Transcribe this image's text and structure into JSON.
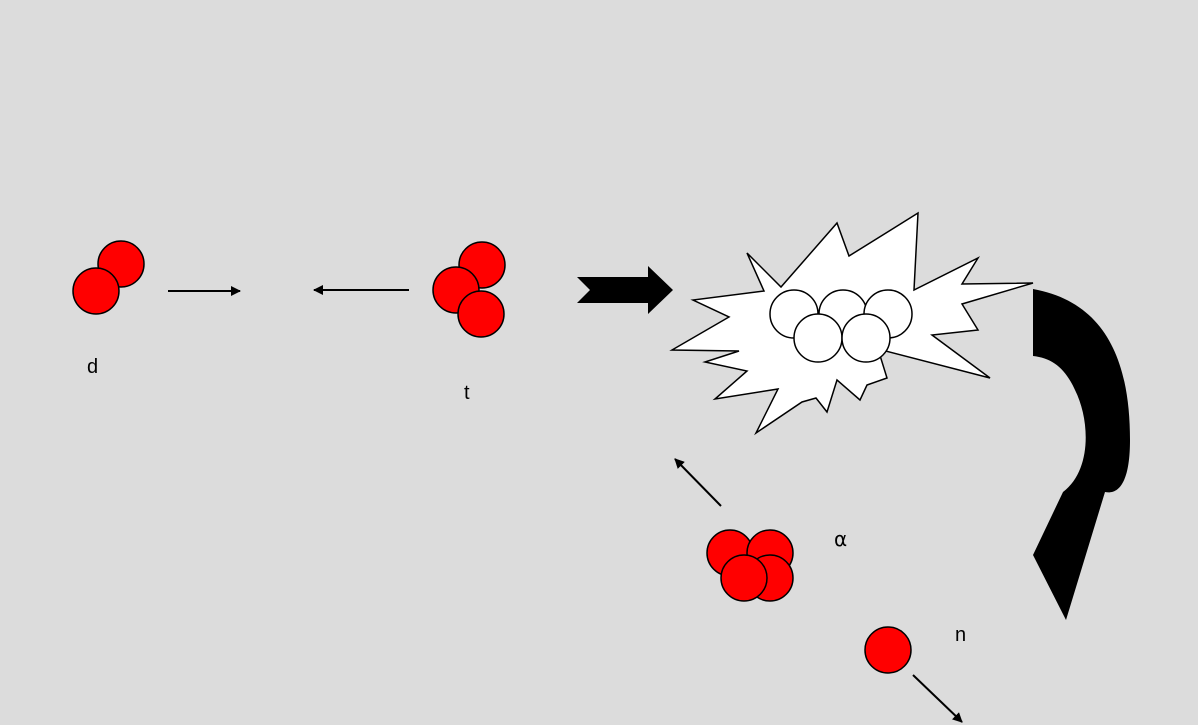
{
  "labels": {
    "deuteron": "d",
    "triton": "t",
    "alpha": "α",
    "neutron": "n"
  },
  "colors": {
    "background": "#dcdcdc",
    "nucleon_fill": "#ff0000",
    "compound_nucleon_fill": "#ffffff",
    "outline": "#000000"
  }
}
